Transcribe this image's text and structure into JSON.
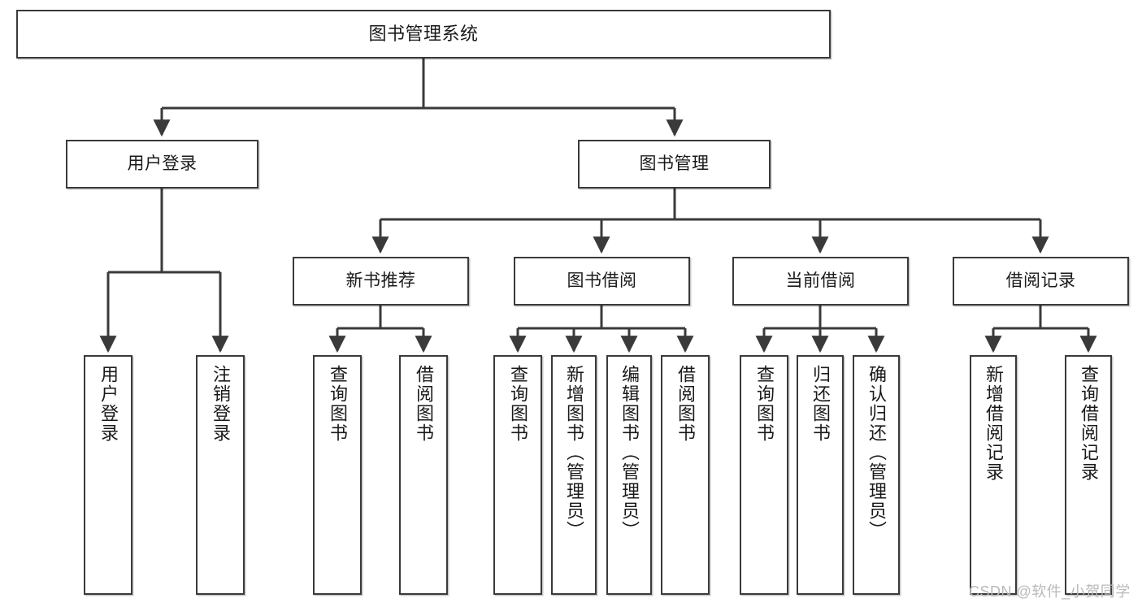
{
  "diagram": {
    "type": "tree-hierarchy",
    "title": "图书管理系统",
    "watermark": "CSDN @软件_小贺同学",
    "colors": {
      "stroke": "#3a3a3a",
      "fill": "#ffffff",
      "text": "#1a1a1a",
      "watermark": "#b9b9b9"
    },
    "nodes": {
      "root": {
        "label": "图书管理系统",
        "level": 1,
        "orientation": "horizontal"
      },
      "l2": [
        {
          "id": "user-login",
          "label": "用户登录",
          "level": 2,
          "orientation": "horizontal"
        },
        {
          "id": "book-manage",
          "label": "图书管理",
          "level": 2,
          "orientation": "horizontal"
        }
      ],
      "l3": [
        {
          "id": "new-book-rec",
          "label": "新书推荐",
          "level": 3,
          "orientation": "horizontal",
          "parent": "book-manage"
        },
        {
          "id": "book-borrow",
          "label": "图书借阅",
          "level": 3,
          "orientation": "horizontal",
          "parent": "book-manage"
        },
        {
          "id": "current-borrow",
          "label": "当前借阅",
          "level": 3,
          "orientation": "horizontal",
          "parent": "book-manage"
        },
        {
          "id": "borrow-record",
          "label": "借阅记录",
          "level": 3,
          "orientation": "horizontal",
          "parent": "book-manage"
        }
      ],
      "leaves": [
        {
          "id": "leaf-user-login",
          "label": "用户登录",
          "parent": "user-login",
          "orientation": "vertical"
        },
        {
          "id": "leaf-logout-login",
          "label": "注销登录",
          "parent": "user-login",
          "orientation": "vertical"
        },
        {
          "id": "leaf-query-book-1",
          "label": "查询图书",
          "parent": "new-book-rec",
          "orientation": "vertical"
        },
        {
          "id": "leaf-borrow-book-1",
          "label": "借阅图书",
          "parent": "new-book-rec",
          "orientation": "vertical"
        },
        {
          "id": "leaf-query-book-2",
          "label": "查询图书",
          "parent": "book-borrow",
          "orientation": "vertical"
        },
        {
          "id": "leaf-add-book",
          "label": "新增图书（管理员）",
          "parent": "book-borrow",
          "orientation": "vertical"
        },
        {
          "id": "leaf-edit-book",
          "label": "编辑图书（管理员）",
          "parent": "book-borrow",
          "orientation": "vertical"
        },
        {
          "id": "leaf-borrow-book-2",
          "label": "借阅图书",
          "parent": "book-borrow",
          "orientation": "vertical"
        },
        {
          "id": "leaf-query-book-3",
          "label": "查询图书",
          "parent": "current-borrow",
          "orientation": "vertical"
        },
        {
          "id": "leaf-return-book",
          "label": "归还图书",
          "parent": "current-borrow",
          "orientation": "vertical"
        },
        {
          "id": "leaf-confirm-return",
          "label": "确认归还（管理员）",
          "parent": "current-borrow",
          "orientation": "vertical"
        },
        {
          "id": "leaf-add-record",
          "label": "新增借阅记录",
          "parent": "borrow-record",
          "orientation": "vertical"
        },
        {
          "id": "leaf-query-record",
          "label": "查询借阅记录",
          "parent": "borrow-record",
          "orientation": "vertical"
        }
      ]
    }
  }
}
